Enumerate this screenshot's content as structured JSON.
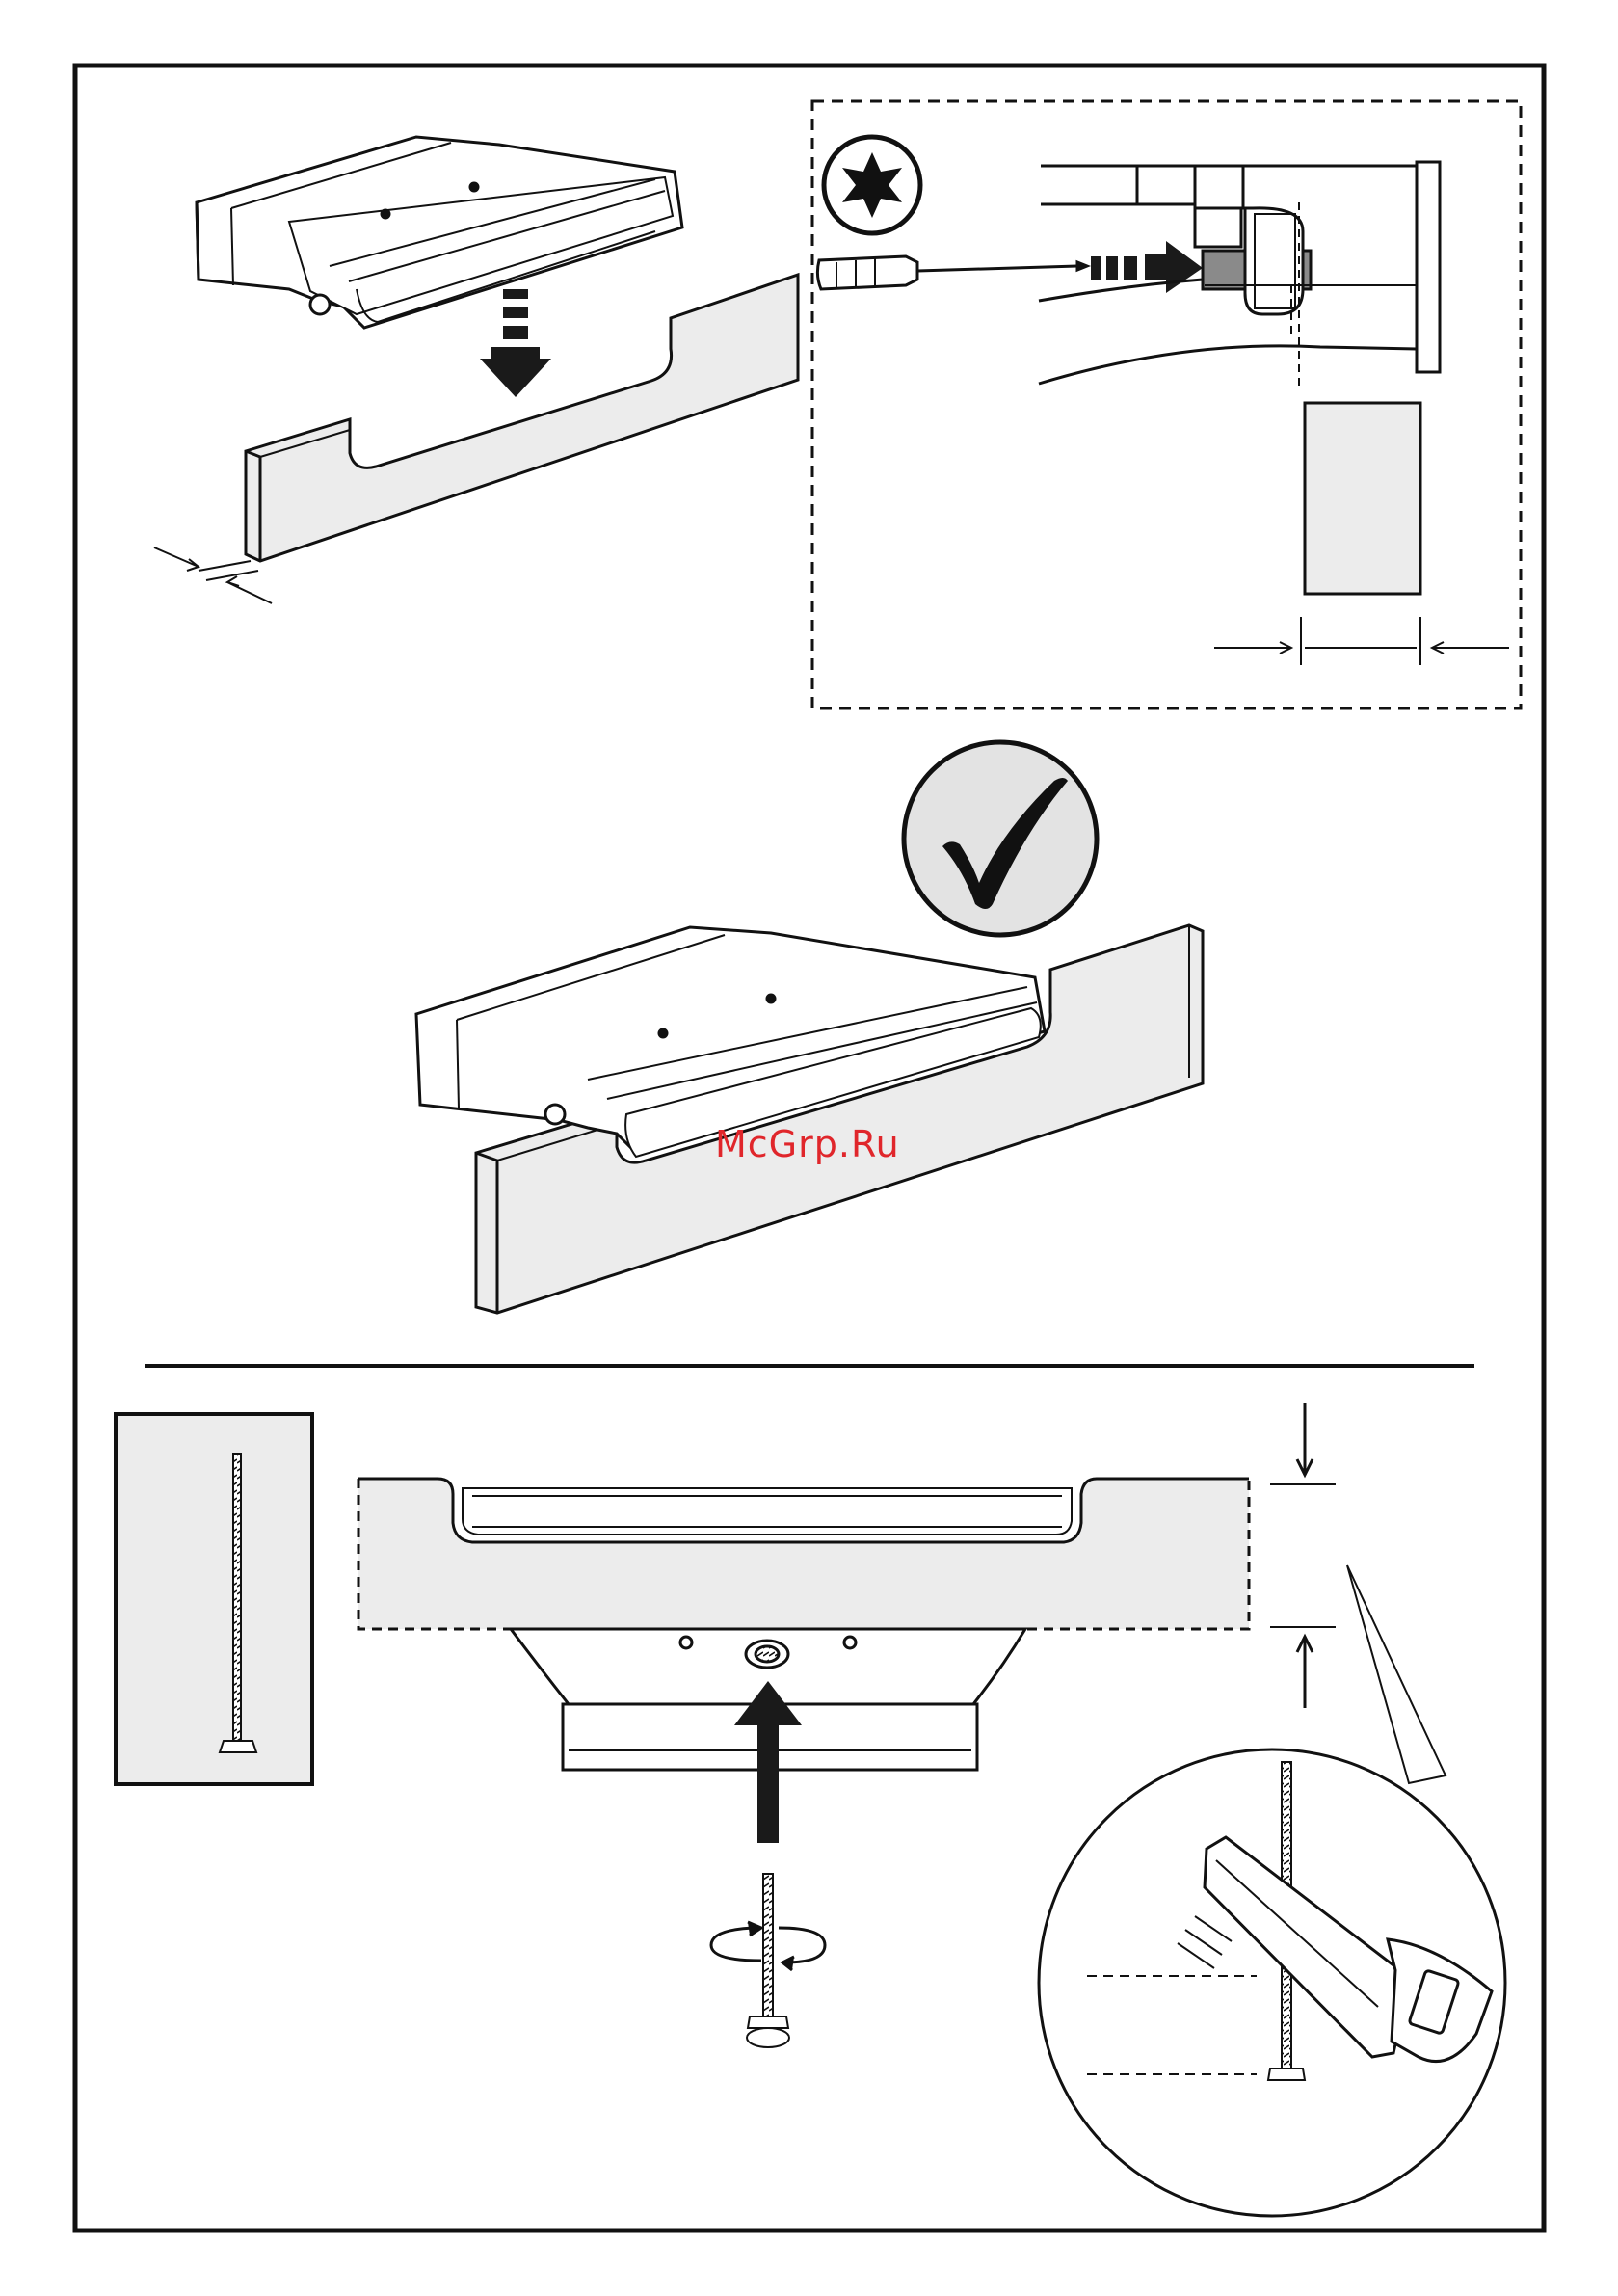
{
  "watermark": {
    "text": "McGrp.Ru",
    "color": "#e0262b"
  },
  "colors": {
    "line": "#111111",
    "panel_fill": "#ececec",
    "arrow_fill": "#1a1a1a",
    "stamp_fill": "#e3e3e3"
  },
  "icons": {
    "torx": "torx-star-icon",
    "confirm": "checkmark-icon",
    "rotate": "rotate-arrow-icon",
    "saw": "hand-saw-icon",
    "screwdriver": "screwdriver-icon"
  },
  "panels": [
    {
      "id": "step-insert-hood-into-cabinet"
    },
    {
      "id": "detail-torx-fixing-with-screwdriver"
    },
    {
      "id": "result-installed-correctly"
    },
    {
      "id": "step-fit-threaded-rod-and-cut-to-length"
    }
  ]
}
